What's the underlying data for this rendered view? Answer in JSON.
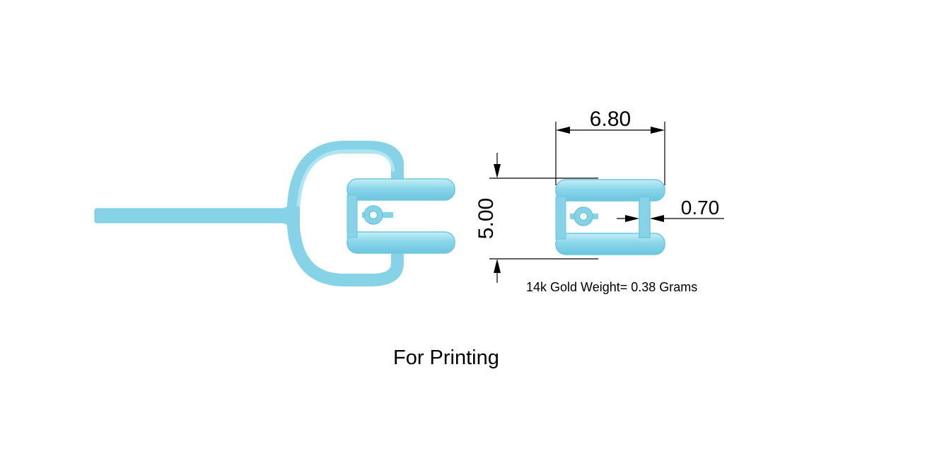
{
  "colors": {
    "part_fill": "#86d3e8",
    "part_highlight": "#b9e8f4",
    "part_shadow": "#5cbdd8",
    "dimension_line": "#000000",
    "background": "#ffffff"
  },
  "dimensions": {
    "width": "6.80",
    "height": "5.00",
    "wall": "0.70"
  },
  "weight_label": "14k Gold Weight= 0.38 Grams",
  "caption": "For Printing"
}
